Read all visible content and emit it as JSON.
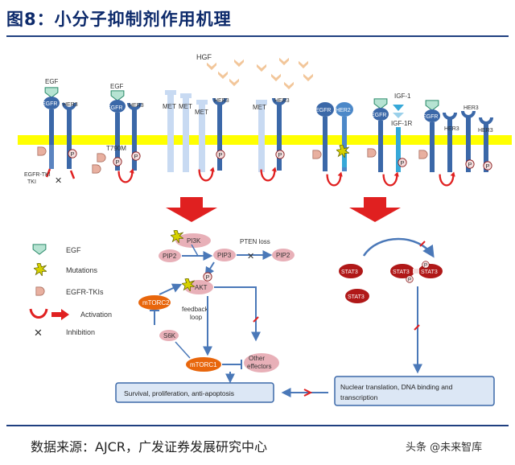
{
  "header": {
    "title": "图8：小分子抑制剂作用机理"
  },
  "diagram": {
    "ligands": {
      "egf": "EGF",
      "hgf": "HGF",
      "igf1": "IGF-1"
    },
    "receptors": {
      "egfr": "EGFR",
      "her3": "HER3",
      "met": "MET",
      "her2": "HER2",
      "igf1r": "IGF-1R"
    },
    "mutation_label": "T790M",
    "tki_label": "EGFR-TKI",
    "phospho": "P",
    "legend": {
      "egf": "EGF",
      "mutations": "Mutations",
      "tkis": "EGFR-TKIs",
      "activation": "Activation",
      "inhibition": "Inhibition"
    },
    "pathway": {
      "pi3k": "PI3K",
      "pip2": "PIP2",
      "pip3": "PIP3",
      "pten_loss": "PTEN loss",
      "pip2_out": "PIP2",
      "akt": "AKT",
      "mtorc2": "mTORC2",
      "feedback": "feedback\nloop",
      "s6k": "S6K",
      "mtorc1": "mTORC1",
      "other_effectors": "Other\neffectors",
      "outcome": "Survival,  proliferation, anti-apoptosis",
      "stat3": "STAT3",
      "nuclear": "Nuclear translation, DNA binding and\ntranscription"
    }
  },
  "footer": {
    "source": "数据来源：AJCR，广发证券发展研究中心",
    "watermark": "头条 @未来智库"
  },
  "colors": {
    "title": "#0d2a6b",
    "membrane": "#ffff00",
    "receptor": "#3b68a8",
    "activation_red": "#e02020",
    "stat3": "#b01818",
    "node_pink": "#e8b0b8",
    "mtor_orange": "#e8660c"
  }
}
